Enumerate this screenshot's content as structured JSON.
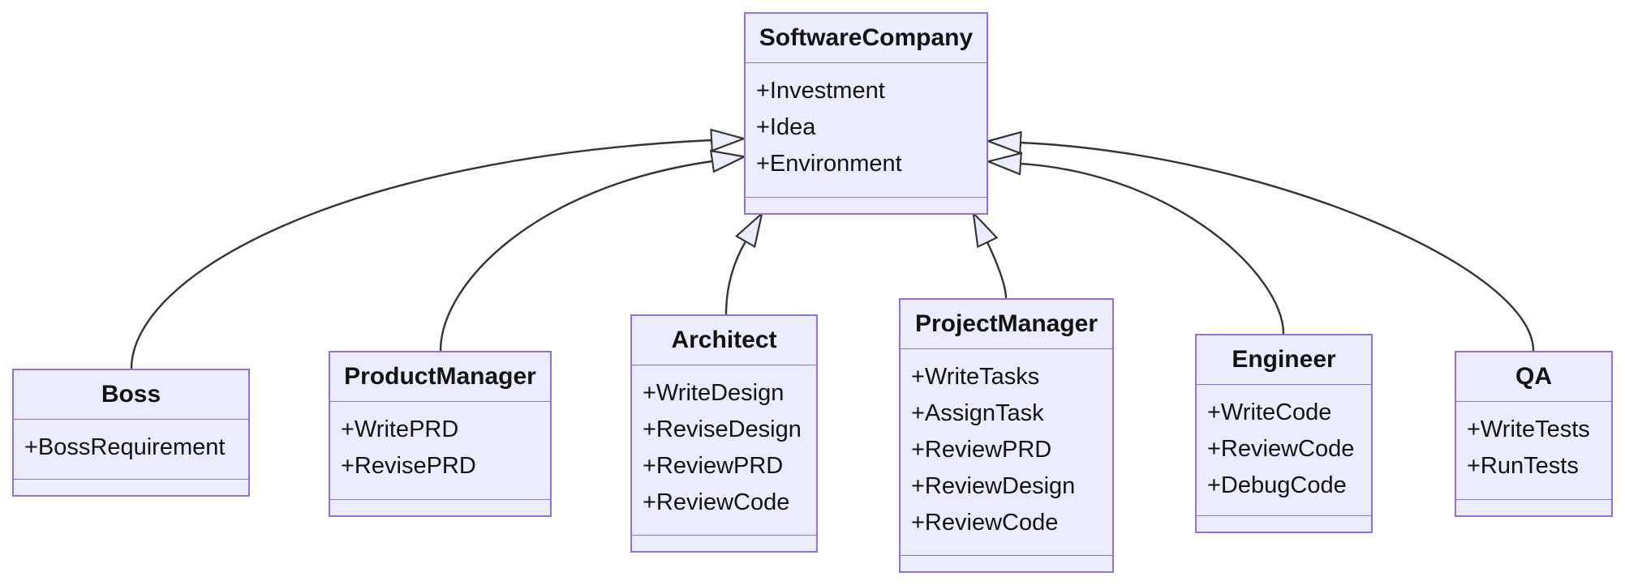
{
  "diagram": {
    "kind": "uml-class-diagram",
    "background": "#ffffff",
    "colors": {
      "node_fill": "#ECECFF",
      "node_border": "#9370DB",
      "edge": "#343434",
      "text": "#131313"
    },
    "classes": [
      {
        "id": "SoftwareCompany",
        "title": "SoftwareCompany",
        "members": [
          "+Investment",
          "+Idea",
          "+Environment"
        ]
      },
      {
        "id": "Boss",
        "title": "Boss",
        "members": [
          "+BossRequirement"
        ]
      },
      {
        "id": "ProductManager",
        "title": "ProductManager",
        "members": [
          "+WritePRD",
          "+RevisePRD"
        ]
      },
      {
        "id": "Architect",
        "title": "Architect",
        "members": [
          "+WriteDesign",
          "+ReviseDesign",
          "+ReviewPRD",
          "+ReviewCode"
        ]
      },
      {
        "id": "ProjectManager",
        "title": "ProjectManager",
        "members": [
          "+WriteTasks",
          "+AssignTask",
          "+ReviewPRD",
          "+ReviewDesign",
          "+ReviewCode"
        ]
      },
      {
        "id": "Engineer",
        "title": "Engineer",
        "members": [
          "+WriteCode",
          "+ReviewCode",
          "+DebugCode"
        ]
      },
      {
        "id": "QA",
        "title": "QA",
        "members": [
          "+WriteTests",
          "+RunTests"
        ]
      }
    ],
    "relationships": [
      {
        "from": "Boss",
        "to": "SoftwareCompany",
        "type": "inheritance"
      },
      {
        "from": "ProductManager",
        "to": "SoftwareCompany",
        "type": "inheritance"
      },
      {
        "from": "Architect",
        "to": "SoftwareCompany",
        "type": "inheritance"
      },
      {
        "from": "ProjectManager",
        "to": "SoftwareCompany",
        "type": "inheritance"
      },
      {
        "from": "Engineer",
        "to": "SoftwareCompany",
        "type": "inheritance"
      },
      {
        "from": "QA",
        "to": "SoftwareCompany",
        "type": "inheritance"
      }
    ]
  }
}
